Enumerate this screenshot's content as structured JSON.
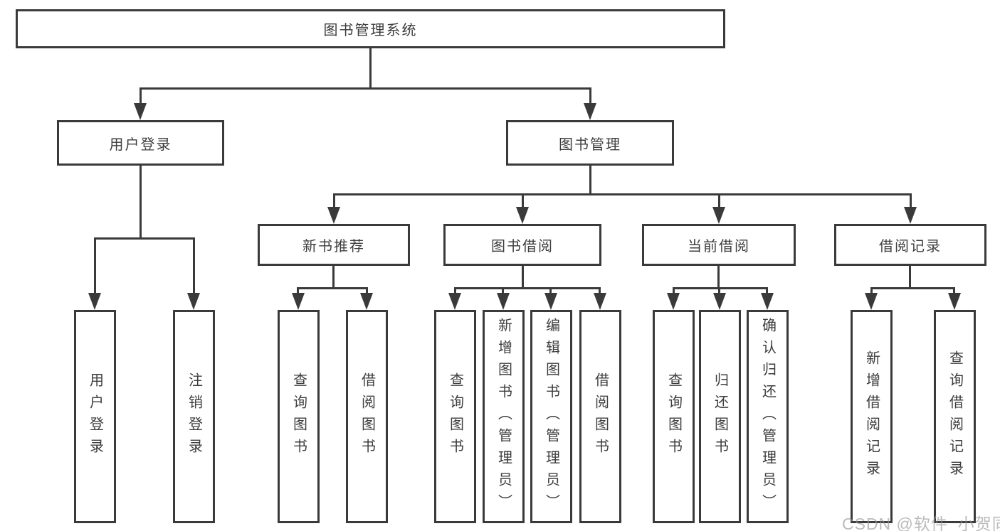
{
  "diagram_type": "tree-hierarchy",
  "colors": {
    "line": "#3a3a3a",
    "box_border": "#3a3a3a",
    "text": "#3d3d3d",
    "background": "#ffffff",
    "watermark": "#a0a0a0"
  },
  "hierarchy": {
    "root": "图书管理系统",
    "children": [
      {
        "label": "用户登录",
        "children": [
          "用户登录",
          "注销登录"
        ]
      },
      {
        "label": "图书管理",
        "children": [
          {
            "label": "新书推荐",
            "children": [
              "查询图书",
              "借阅图书"
            ]
          },
          {
            "label": "图书借阅",
            "children": [
              "查询图书",
              "新增图书（管理员）",
              "编辑图书（管理员）",
              "借阅图书"
            ]
          },
          {
            "label": "当前借阅",
            "children": [
              "查询图书",
              "归还图书",
              "确认归还（管理员）"
            ]
          },
          {
            "label": "借阅记录",
            "children": [
              "新增借阅记录",
              "查询借阅记录"
            ]
          }
        ]
      }
    ]
  },
  "watermark": {
    "text": "CSDN @软件_小贺同学"
  }
}
